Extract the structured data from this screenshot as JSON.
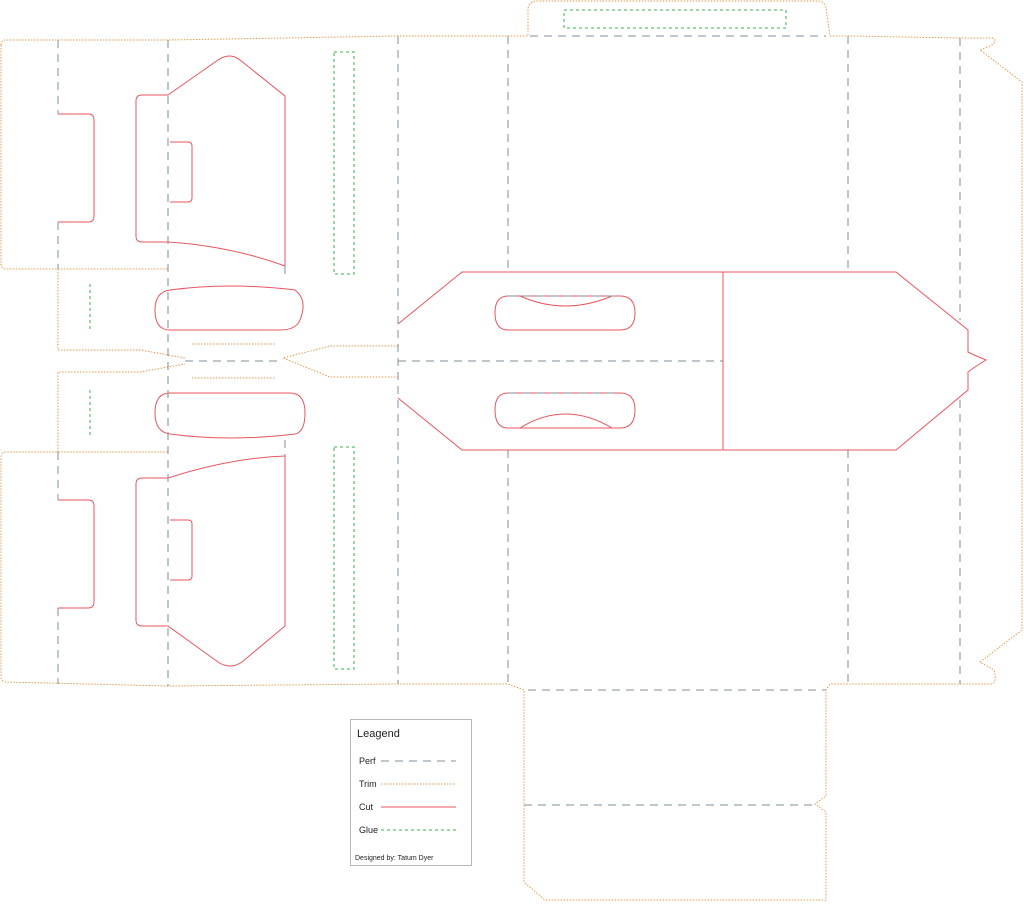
{
  "colors": {
    "perf": "#7f8c9a",
    "trim": "#e39b4b",
    "cut": "#e8565e",
    "glue": "#39b54a",
    "background": "#ffffff",
    "legend_border": "#b7b7b7"
  },
  "legend": {
    "title": "Leagend",
    "items": [
      {
        "label": "Perf",
        "style": "perf"
      },
      {
        "label": "Trim",
        "style": "trim"
      },
      {
        "label": "Cut",
        "style": "cut"
      },
      {
        "label": "Glue",
        "style": "glue"
      }
    ],
    "credit": "Designed by: Tatum Dyer"
  }
}
